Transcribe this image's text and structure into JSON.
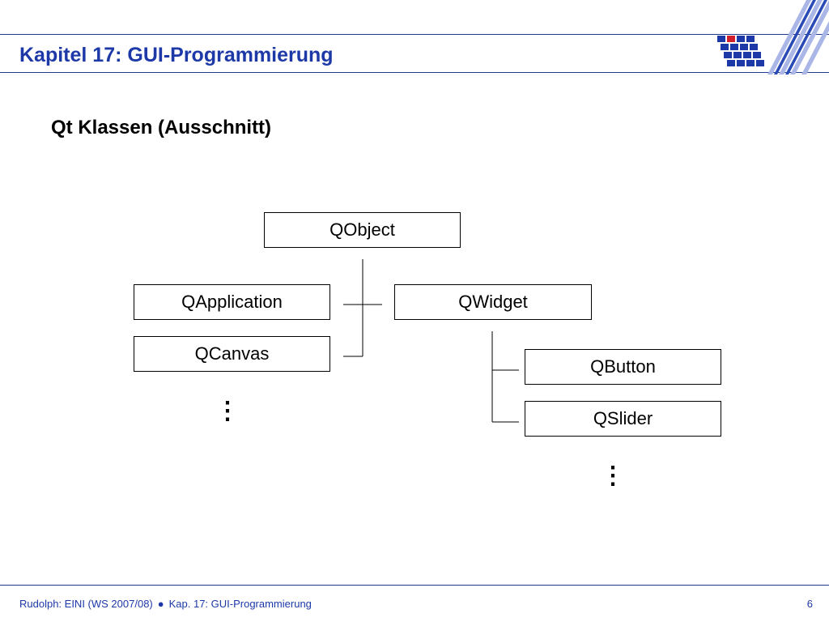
{
  "header": {
    "title": "Kapitel 17: GUI-Programmierung"
  },
  "slide": {
    "subtitle": "Qt Klassen (Ausschnitt)"
  },
  "diagram": {
    "nodes": {
      "qobject": "QObject",
      "qapplication": "QApplication",
      "qcanvas": "QCanvas",
      "qwidget": "QWidget",
      "qbutton": "QButton",
      "qslider": "QSlider"
    },
    "ellipsis": "⋮"
  },
  "footer": {
    "author_course": "Rudolph: EINI (WS 2007/08)",
    "separator": "●",
    "chapter": "Kap. 17: GUI-Programmierung",
    "page_number": "6"
  },
  "colors": {
    "title": "#1d39a8",
    "rule": "#1f3a93",
    "logo_red": "#d11f2b"
  }
}
